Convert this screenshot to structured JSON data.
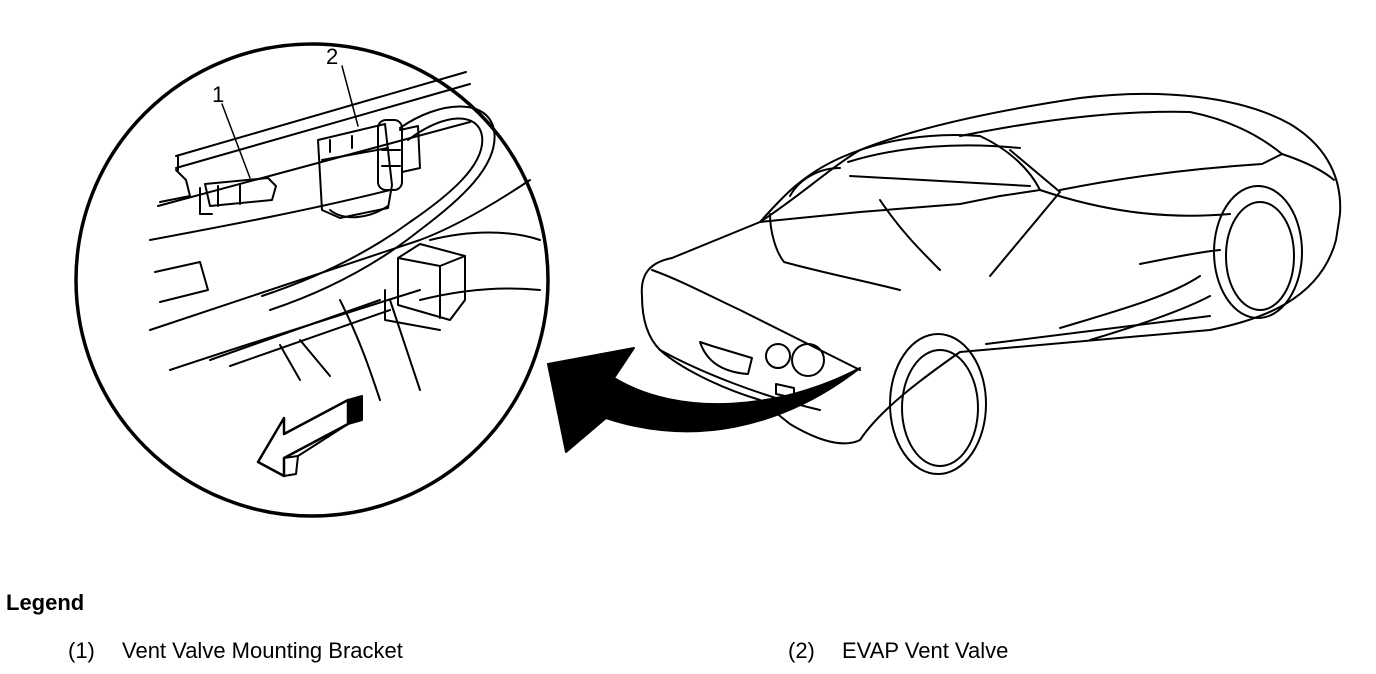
{
  "diagram": {
    "callouts": [
      {
        "number": "1"
      },
      {
        "number": "2"
      }
    ]
  },
  "legend": {
    "title": "Legend",
    "items": [
      {
        "number": "(1)",
        "label": "Vent Valve Mounting Bracket"
      },
      {
        "number": "(2)",
        "label": "EVAP Vent Valve"
      }
    ]
  }
}
